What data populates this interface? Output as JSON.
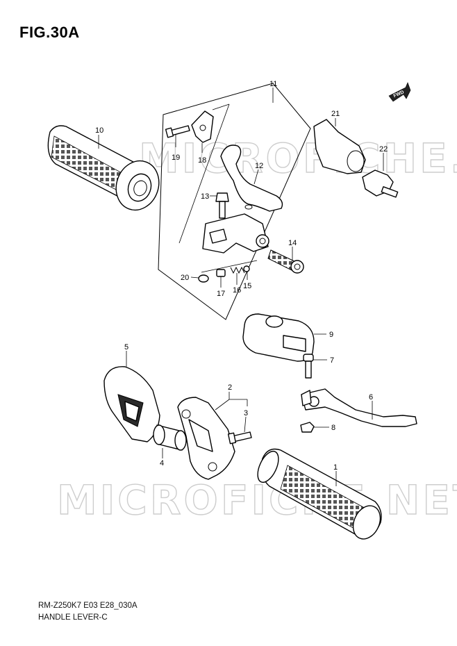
{
  "figure": {
    "title": "FIG.30A",
    "code": "RM-Z250K7 E03 E28_030A",
    "caption": "HANDLE LEVER-C"
  },
  "direction_badge": "FWD",
  "watermark": "MICROFICHE.NET",
  "callouts": [
    {
      "id": "c1",
      "label": "1"
    },
    {
      "id": "c2",
      "label": "2"
    },
    {
      "id": "c3",
      "label": "3"
    },
    {
      "id": "c4",
      "label": "4"
    },
    {
      "id": "c5",
      "label": "5"
    },
    {
      "id": "c6",
      "label": "6"
    },
    {
      "id": "c7",
      "label": "7"
    },
    {
      "id": "c8",
      "label": "8"
    },
    {
      "id": "c9",
      "label": "9"
    },
    {
      "id": "c10",
      "label": "10"
    },
    {
      "id": "c11",
      "label": "11"
    },
    {
      "id": "c12",
      "label": "12"
    },
    {
      "id": "c13",
      "label": "13"
    },
    {
      "id": "c14",
      "label": "14"
    },
    {
      "id": "c15",
      "label": "15"
    },
    {
      "id": "c16",
      "label": "16"
    },
    {
      "id": "c17",
      "label": "17"
    },
    {
      "id": "c18",
      "label": "18"
    },
    {
      "id": "c19",
      "label": "19"
    },
    {
      "id": "c20",
      "label": "20"
    },
    {
      "id": "c21",
      "label": "21"
    },
    {
      "id": "c22",
      "label": "22"
    }
  ]
}
